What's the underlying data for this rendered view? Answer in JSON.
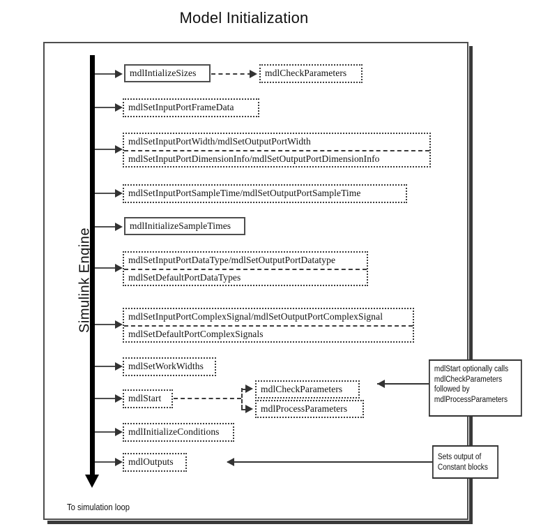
{
  "title": "Model Initialization",
  "engine_label": "Simulink Engine",
  "footer_note": "To simulation loop",
  "colors": {
    "frame_border": "#4d4d4d",
    "frame_shadow": "#3a3a3a",
    "spine": "#000000",
    "dashed_box": "#3a3a3a",
    "callout_border": "#333333",
    "text": "#111111",
    "background": "#ffffff"
  },
  "nodes": [
    {
      "id": "mdl-initialize-sizes",
      "style": "solid",
      "rows": [
        "mdlIntializeSizes"
      ]
    },
    {
      "id": "mdl-check-parameters-top",
      "style": "dashed",
      "rows": [
        "mdlCheckParameters"
      ]
    },
    {
      "id": "mdl-set-input-port-frame-data",
      "style": "dashed",
      "rows": [
        "mdlSetInputPortFrameData"
      ]
    },
    {
      "id": "mdl-set-port-width",
      "style": "dashed",
      "rows": [
        "mdlSetInputPortWidth/mdlSetOutputPortWidth",
        "mdlSetInputPortDimensionInfo/mdlSetOutputPortDimensionInfo"
      ]
    },
    {
      "id": "mdl-set-port-sample-time",
      "style": "dashed",
      "rows": [
        "mdlSetInputPortSampleTime/mdlSetOutputPortSampleTime"
      ]
    },
    {
      "id": "mdl-initialize-sample-times",
      "style": "solid",
      "rows": [
        "mdlInitializeSampleTimes"
      ]
    },
    {
      "id": "mdl-set-port-data-type",
      "style": "dashed",
      "rows": [
        "mdlSetInputPortDataType/mdlSetOutputPortDatatype",
        "mdlSetDefaultPortDataTypes"
      ]
    },
    {
      "id": "mdl-set-port-complex-signal",
      "style": "dashed",
      "rows": [
        "mdlSetInputPortComplexSignal/mdlSetOutputPortComplexSignal",
        "mdlSetDefaultPortComplexSignals"
      ]
    },
    {
      "id": "mdl-set-work-widths",
      "style": "dashed",
      "rows": [
        "mdlSetWorkWidths"
      ]
    },
    {
      "id": "mdl-start",
      "style": "dashed",
      "rows": [
        "mdlStart"
      ]
    },
    {
      "id": "mdl-check-parameters-start",
      "style": "dashed",
      "rows": [
        "mdlCheckParameters"
      ]
    },
    {
      "id": "mdl-process-parameters",
      "style": "dashed",
      "rows": [
        "mdlProcessParameters"
      ]
    },
    {
      "id": "mdl-initialize-conditions",
      "style": "dashed",
      "rows": [
        "mdlInitializeConditions"
      ]
    },
    {
      "id": "mdl-outputs",
      "style": "dashed",
      "rows": [
        "mdlOutputs"
      ]
    }
  ],
  "callouts": [
    {
      "id": "callout-mdl-start",
      "text": "mdlStart optionally calls\nmdlCheckParameters\nfollowed by\n mdlProcessParameters"
    },
    {
      "id": "callout-constant-blocks",
      "text": "Sets output of\nConstant blocks"
    }
  ],
  "chart_data": {
    "type": "diagram",
    "diagram_kind": "flow-sequence",
    "title": "Model Initialization",
    "actor": "Simulink Engine",
    "sequence": [
      "mdlIntializeSizes",
      "mdlSetInputPortFrameData",
      "mdlSetInputPortWidth/mdlSetOutputPortWidth + mdlSetInputPortDimensionInfo/mdlSetOutputPortDimensionInfo",
      "mdlSetInputPortSampleTime/mdlSetOutputPortSampleTime",
      "mdlInitializeSampleTimes",
      "mdlSetInputPortDataType/mdlSetOutputPortDatatype + mdlSetDefaultPortDataTypes",
      "mdlSetInputPortComplexSignal/mdlSetOutputPortComplexSignal + mdlSetDefaultPortComplexSignals",
      "mdlSetWorkWidths",
      "mdlStart",
      "mdlInitializeConditions",
      "mdlOutputs"
    ],
    "optional_calls": [
      {
        "from": "mdlIntializeSizes",
        "to": [
          "mdlCheckParameters"
        ]
      },
      {
        "from": "mdlStart",
        "to": [
          "mdlCheckParameters",
          "mdlProcessParameters"
        ]
      }
    ],
    "exit": "To simulation loop"
  }
}
